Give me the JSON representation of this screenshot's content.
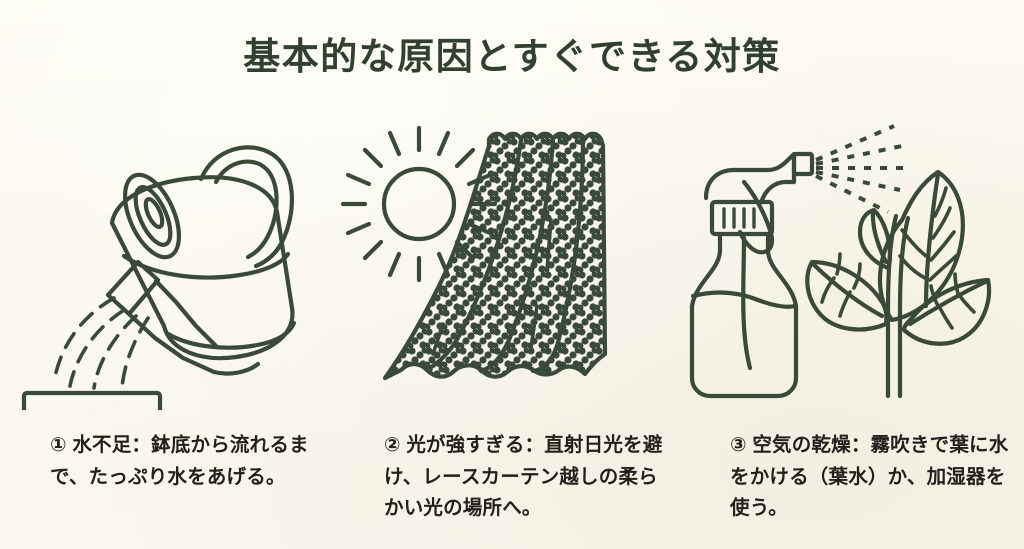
{
  "page": {
    "background_color": "#fbf8ed",
    "title": "基本的な原因とすぐできる対策",
    "title_color": "#31402f",
    "line_color": "#3a4a38",
    "caption_color": "#231f1c"
  },
  "columns": [
    {
      "id": "column-1",
      "illustration": "watering-can-pouring-into-flowerpot-illustration",
      "illustration_parts": [
        "watering-can",
        "spout",
        "water-stream",
        "flower-pot"
      ],
      "caption": "① 水不足：鉢底から流れるまで、たっぷり水をあげる。",
      "number_label": "①",
      "cause": "水不足",
      "remedy": "鉢底から流れるまで、たっぷり水をあげる。"
    },
    {
      "id": "column-2",
      "illustration": "sun-behind-lace-curtain-illustration",
      "illustration_parts": [
        "sun",
        "sun-rays",
        "lace-curtain",
        "curtain-dot-pattern"
      ],
      "caption": "② 光が強すぎる：直射日光を避け、レースカーテン越しの柔らかい光の場所へ。",
      "number_label": "②",
      "cause": "光が強すぎる",
      "remedy": "直射日光を避け、レースカーテン越しの柔らかい光の場所へ。"
    },
    {
      "id": "column-3",
      "illustration": "spray-bottle-misting-plant-illustration",
      "illustration_parts": [
        "spray-bottle",
        "trigger",
        "mist-spray",
        "leafy-plant"
      ],
      "caption": "③ 空気の乾燥：霧吹きで葉に水をかける（葉水）か、加湿器を使う。",
      "number_label": "③",
      "cause": "空気の乾燥",
      "remedy": "霧吹きで葉に水をかける（葉水）か、加湿器を使う。"
    }
  ]
}
